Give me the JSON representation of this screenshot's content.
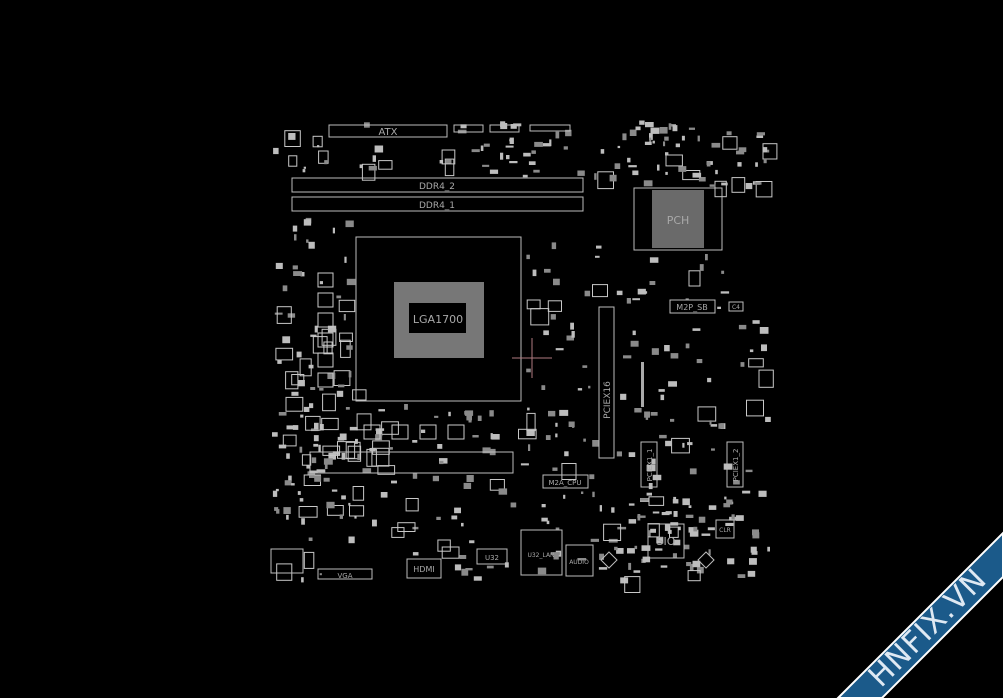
{
  "board": {
    "background": "#000000",
    "outline_color": "#bdbdbd",
    "labels": {
      "atx": "ATX",
      "ddr4_2": "DDR4_2",
      "ddr4_1": "DDR4_1",
      "cpu": "LGA1700",
      "pch": "PCH",
      "m2p_sb": "M2P_SB",
      "c4": "C4",
      "pciex16": "PCIEX16",
      "pciex1_1": "PCIEX1_1",
      "pciex1_2": "PCIEX1_2",
      "m2a_cpu": "M2A_CPU",
      "sio": "SIO",
      "clr": "CLR",
      "vga": "VGA",
      "hdmi": "HDMI",
      "u32": "U32",
      "u32_lan": "U32_LAN",
      "audio": "AUDIO"
    },
    "cursor_color": "#b07a80"
  },
  "watermark": {
    "text": "HNFIX.VN",
    "band_color": "#1b5a8a",
    "accent_color": "#ff2020"
  }
}
